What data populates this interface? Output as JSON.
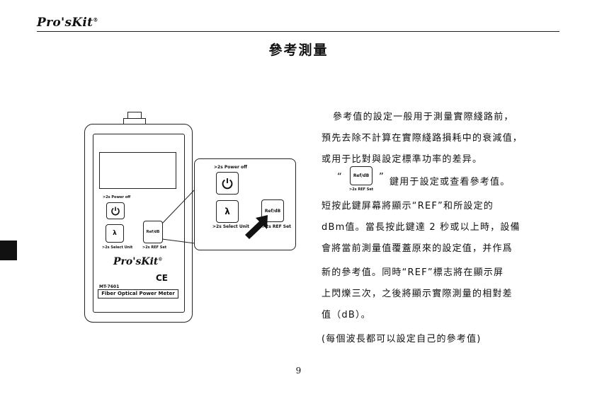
{
  "header": {
    "brand": "Pro'sKit",
    "brand_mark": "®"
  },
  "page": {
    "title": "參考測量",
    "number": "9"
  },
  "device": {
    "power_label": ">2s Power off",
    "select_label": ">2s Select Unit",
    "ref_label": ">2s REF Set",
    "lambda_symbol": "λ",
    "ref_button": "Ref/dB",
    "brand": "Pro'sKit",
    "brand_mark": "®",
    "model": "MT-7601",
    "product_name": "Fiber Optical Power Meter",
    "ce_mark": "CE"
  },
  "zoom": {
    "power_label": ">2s Power off",
    "select_label": ">2s Select Unit",
    "ref_label": ">2s REF Set",
    "lambda_symbol": "λ",
    "ref_button": "Ref/dB"
  },
  "body": {
    "lines": [
      "參考值的設定一般用于測量實際綫路前，",
      "預先去除不計算在實際綫路損耗中的衰減值，",
      "或用于比對與設定標準功率的差异。",
      "鍵用于設定或查看參考值。",
      "短按此鍵屏幕將顯示“REF”和所設定的",
      "dBm值。當長按此鍵達 2 秒或以上時，設備",
      "會將當前測量值覆蓋原來的設定值，并作爲",
      "新的參考值。同時“REF”標志將在顯示屏",
      "上閃爍三次，之後將顯示實際測量的相對差",
      "值（dB）。",
      "(每個波長都可以設定自己的參考值)"
    ],
    "open_quote": "“",
    "close_quote": "”",
    "inline_button": "Ref/dB",
    "inline_sub": ">2s REF Set"
  }
}
